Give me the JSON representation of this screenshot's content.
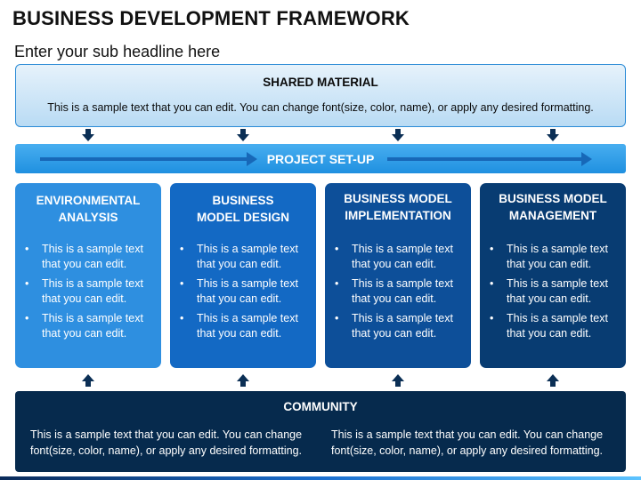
{
  "title": "BUSINESS DEVELOPMENT FRAMEWORK",
  "subtitle": "Enter your sub headline here",
  "shared": {
    "heading": "SHARED MATERIAL",
    "text": "This is a sample text that you can edit. You can change font(size, color, name), or apply any desired formatting."
  },
  "setup": {
    "label": "PROJECT SET-UP"
  },
  "cards": [
    {
      "heading": "ENVIRONMENTAL ANALYSIS",
      "color": "#2e8fe0",
      "bullets": [
        "This is a sample text that you can edit.",
        "This is a sample text that you can edit.",
        "This is a sample text that you can edit."
      ]
    },
    {
      "heading": "BUSINESS MODEL DESIGN",
      "color": "#1369c4",
      "bullets": [
        "This is a sample text that you can edit.",
        "This is a sample text that you can edit.",
        "This is a sample text that you can edit."
      ]
    },
    {
      "heading": "BUSINESS MODEL IMPLEMENTATION",
      "color": "#0d4f99",
      "bullets": [
        "This is a sample text that you can edit.",
        "This is a sample text that you can edit.",
        "This is a sample text that you can edit."
      ]
    },
    {
      "heading": "BUSINESS MODEL MANAGEMENT",
      "color": "#083c72",
      "bullets": [
        "This is a sample text that you can edit.",
        "This is a sample text that you can edit.",
        "This is a sample text that you can edit."
      ]
    }
  ],
  "community": {
    "heading": "COMMUNITY",
    "columns": [
      "This is a sample text that you can edit. You can change font(size, color, name), or apply any desired formatting.",
      "This is a sample text that you can edit. You can change font(size, color, name), or apply any desired formatting."
    ]
  },
  "bullet_glyph": "•",
  "colors": {
    "arrow": "#0b2f55",
    "setup_arrow": "#1768b8",
    "community_bg": "#062a4d"
  }
}
